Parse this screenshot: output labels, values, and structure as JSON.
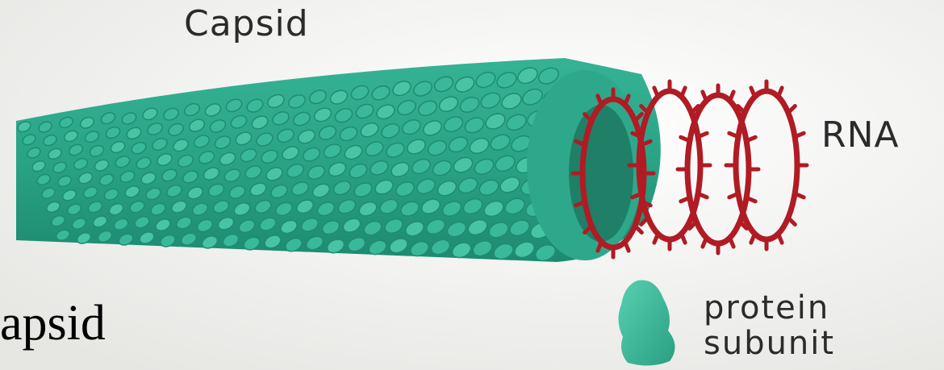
{
  "labels": {
    "capsid": "Capsid",
    "rna": "RNA",
    "protein_subunit_line1": "protein",
    "protein_subunit_line2": "subunit"
  },
  "caption_fragment": "apsid",
  "colors": {
    "protein": "#3ab89a",
    "protein_dark": "#1f8c70",
    "rna": "#b01b24",
    "background": "#f2f2f0"
  },
  "icons": [
    "capsid-helix-illustration",
    "rna-coil-illustration",
    "protein-subunit-icon"
  ]
}
